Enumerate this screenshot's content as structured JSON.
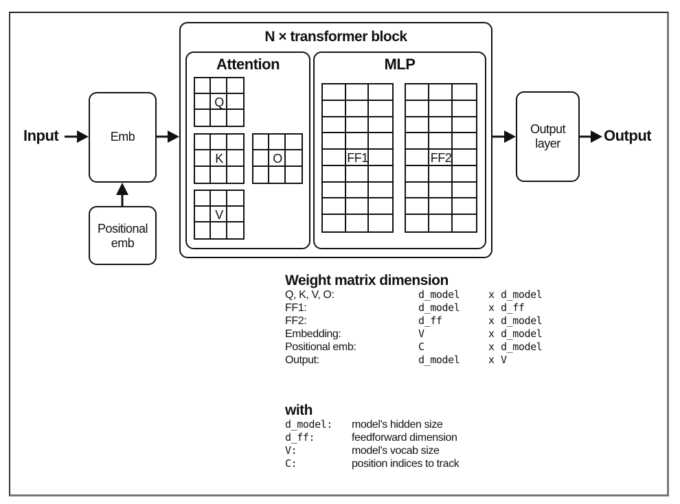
{
  "diagram": {
    "input_label": "Input",
    "output_label": "Output",
    "emb_label": "Emb",
    "positional_emb_label_line1": "Positional",
    "positional_emb_label_line2": "emb",
    "output_layer_label_line1": "Output",
    "output_layer_label_line2": "layer",
    "transformer_block_title": "N × transformer block",
    "attention": {
      "title": "Attention",
      "matrices": [
        {
          "label": "Q",
          "rows": 3,
          "cols": 3
        },
        {
          "label": "K",
          "rows": 3,
          "cols": 3
        },
        {
          "label": "V",
          "rows": 3,
          "cols": 3
        },
        {
          "label": "O",
          "rows": 3,
          "cols": 3
        }
      ]
    },
    "mlp": {
      "title": "MLP",
      "matrices": [
        {
          "label": "FF1",
          "rows": 9,
          "cols": 3
        },
        {
          "label": "FF2",
          "rows": 9,
          "cols": 3
        }
      ]
    }
  },
  "weight_dimensions": {
    "title": "Weight matrix dimension",
    "separator": "x",
    "rows": [
      {
        "name": "Q, K, V, O:",
        "dim1": "d_model",
        "dim2": "d_model"
      },
      {
        "name": "FF1:",
        "dim1": "d_model",
        "dim2": "d_ff"
      },
      {
        "name": "FF2:",
        "dim1": "d_ff",
        "dim2": "d_model"
      },
      {
        "name": "Embedding:",
        "dim1": "V",
        "dim2": "d_model"
      },
      {
        "name": "Positional emb:",
        "dim1": "C",
        "dim2": "d_model"
      },
      {
        "name": "Output:",
        "dim1": "d_model",
        "dim2": "V"
      }
    ]
  },
  "definitions": {
    "title": "with",
    "rows": [
      {
        "symbol": "d_model:",
        "meaning": "model's hidden size"
      },
      {
        "symbol": "d_ff:",
        "meaning": "feedforward dimension"
      },
      {
        "symbol": "V:",
        "meaning": "model's vocab size"
      },
      {
        "symbol": "C:",
        "meaning": "position indices to track"
      }
    ]
  }
}
